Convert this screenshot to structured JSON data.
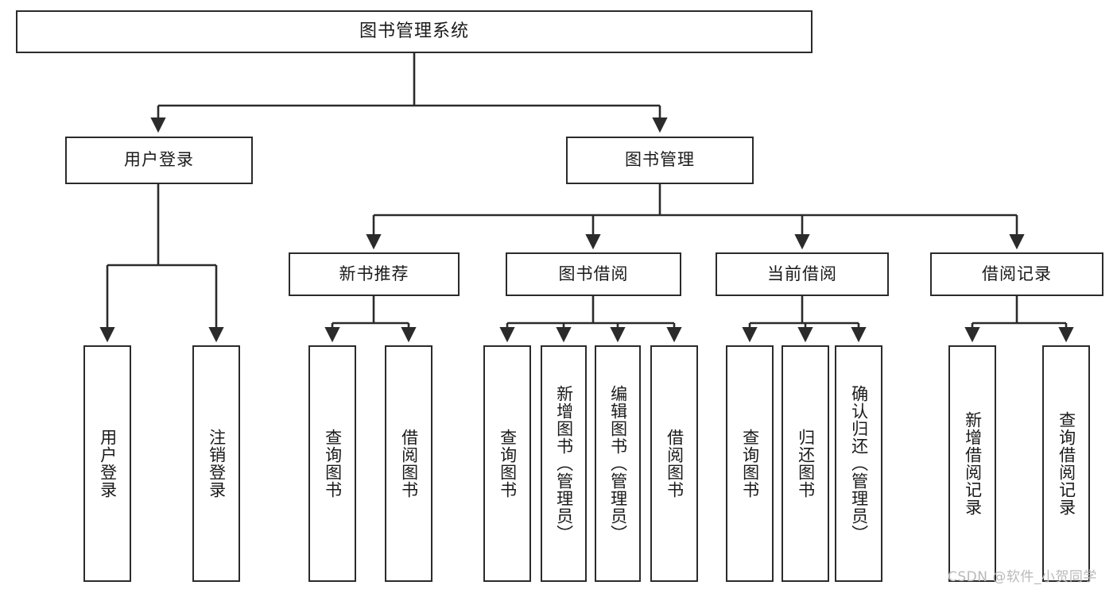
{
  "diagram": {
    "type": "tree",
    "title": "图书管理系统",
    "watermark": "CSDN @软件_小贺同学",
    "colors": {
      "stroke": "#2b2b2b",
      "background": "#ffffff",
      "text": "#1a1a1a",
      "watermark": "#b9b9b9"
    },
    "nodes": {
      "root": {
        "label": "图书管理系统"
      },
      "level2": [
        {
          "label": "用户登录"
        },
        {
          "label": "图书管理"
        }
      ],
      "level3": [
        {
          "label": "新书推荐"
        },
        {
          "label": "图书借阅"
        },
        {
          "label": "当前借阅"
        },
        {
          "label": "借阅记录"
        }
      ],
      "leaves": [
        {
          "label": "用户登录",
          "parent": "用户登录"
        },
        {
          "label": "注销登录",
          "parent": "用户登录"
        },
        {
          "label": "查询图书",
          "parent": "新书推荐"
        },
        {
          "label": "借阅图书",
          "parent": "新书推荐"
        },
        {
          "label": "查询图书",
          "parent": "图书借阅"
        },
        {
          "label": "新增图书（管理员）",
          "parent": "图书借阅"
        },
        {
          "label": "编辑图书（管理员）",
          "parent": "图书借阅"
        },
        {
          "label": "借阅图书",
          "parent": "图书借阅"
        },
        {
          "label": "查询图书",
          "parent": "当前借阅"
        },
        {
          "label": "归还图书",
          "parent": "当前借阅"
        },
        {
          "label": "确认归还（管理员）",
          "parent": "当前借阅"
        },
        {
          "label": "新增借阅记录",
          "parent": "借阅记录"
        },
        {
          "label": "查询借阅记录",
          "parent": "借阅记录"
        }
      ]
    }
  }
}
